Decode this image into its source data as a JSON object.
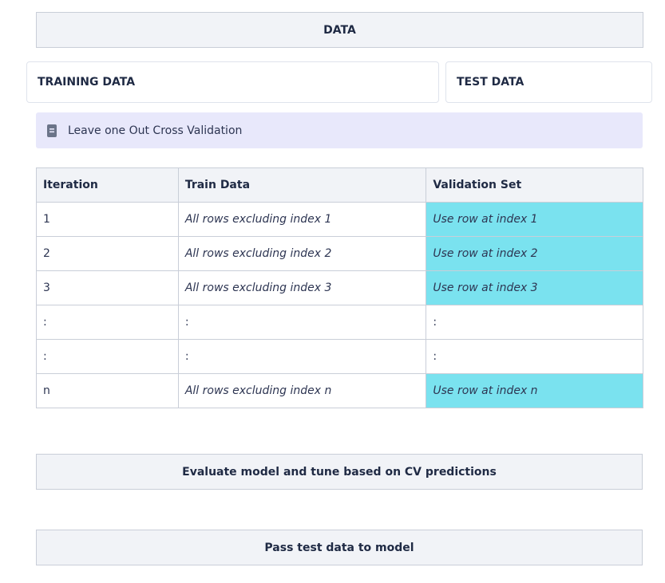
{
  "header": {
    "title": "DATA"
  },
  "split": {
    "training_label": "TRAINING DATA",
    "test_label": "TEST DATA"
  },
  "callout": {
    "text": "Leave one Out Cross Validation",
    "icon": "document-icon"
  },
  "table": {
    "headers": [
      "Iteration",
      "Train Data",
      "Validation Set"
    ],
    "rows": [
      {
        "iteration": "1",
        "train": "All rows excluding index 1",
        "validation": "Use row at index 1",
        "highlight": true
      },
      {
        "iteration": "2",
        "train": "All rows excluding index 2",
        "validation": "Use row at index 2",
        "highlight": true
      },
      {
        "iteration": "3",
        "train": "All rows excluding index 3",
        "validation": "Use row at index 3",
        "highlight": true
      },
      {
        "iteration": ":",
        "train": ":",
        "validation": ":",
        "highlight": false
      },
      {
        "iteration": ":",
        "train": ":",
        "validation": ":",
        "highlight": false
      },
      {
        "iteration": "n",
        "train": "All rows excluding index n",
        "validation": "Use row at index n",
        "highlight": true
      }
    ]
  },
  "steps": {
    "evaluate": "Evaluate model and tune based on CV predictions",
    "pass_test": "Pass test data to model"
  },
  "colors": {
    "highlight": "#7ae2ef",
    "callout_bg": "#e8e8fb",
    "header_bg": "#f1f3f7"
  }
}
